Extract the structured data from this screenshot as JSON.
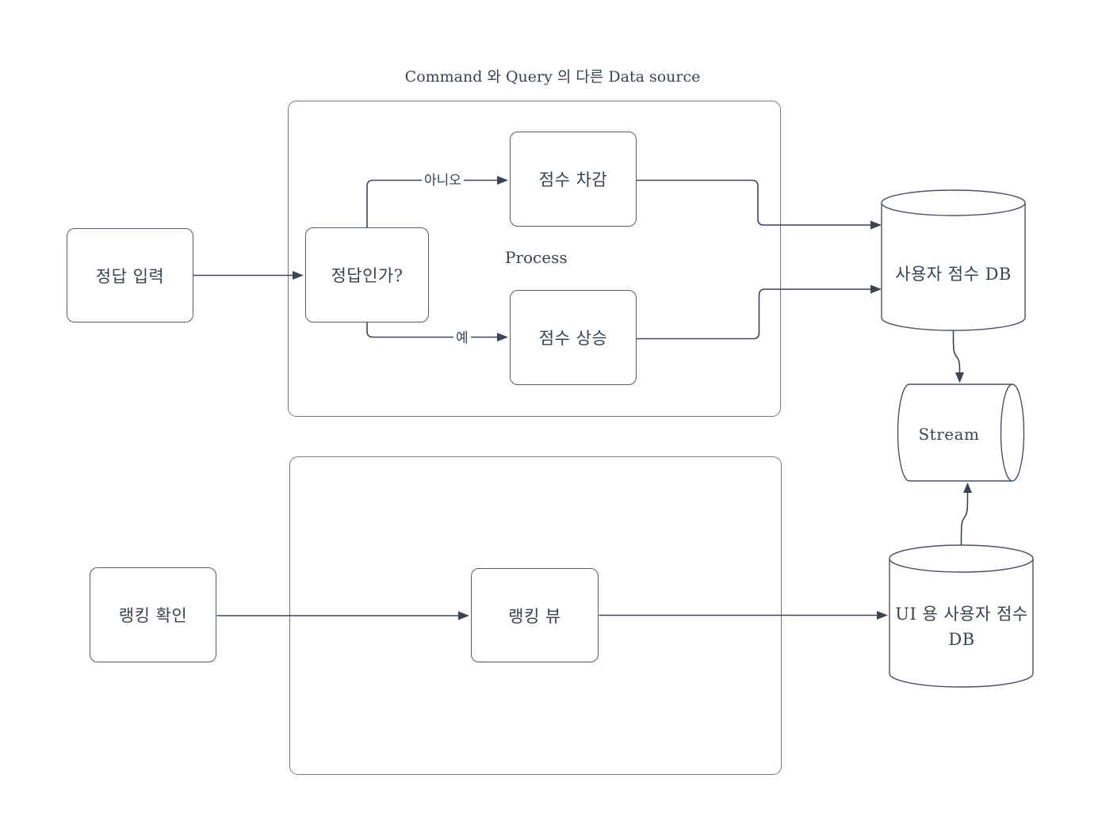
{
  "title": "Command 와 Query 의 다른  Data source",
  "process_label": "Process",
  "nodes": {
    "answer_input": "정답 입력",
    "is_correct": "정답인가?",
    "score_decrease": "점수 차감",
    "score_increase": "점수 상승",
    "ranking_check": "랭킹 확인",
    "ranking_view": "랭킹 뷰"
  },
  "edges": {
    "no_label": "아니오",
    "yes_label": "예"
  },
  "datastores": {
    "user_score_db": "사용자 점수 DB",
    "stream": "Stream",
    "ui_user_score_db": "UI 용 사용자 점수 DB"
  },
  "colors": {
    "line": "#3d4551",
    "box_border": "#555c69",
    "container_border": "#747980",
    "text": "#3a424f",
    "background": "#ffffff"
  }
}
